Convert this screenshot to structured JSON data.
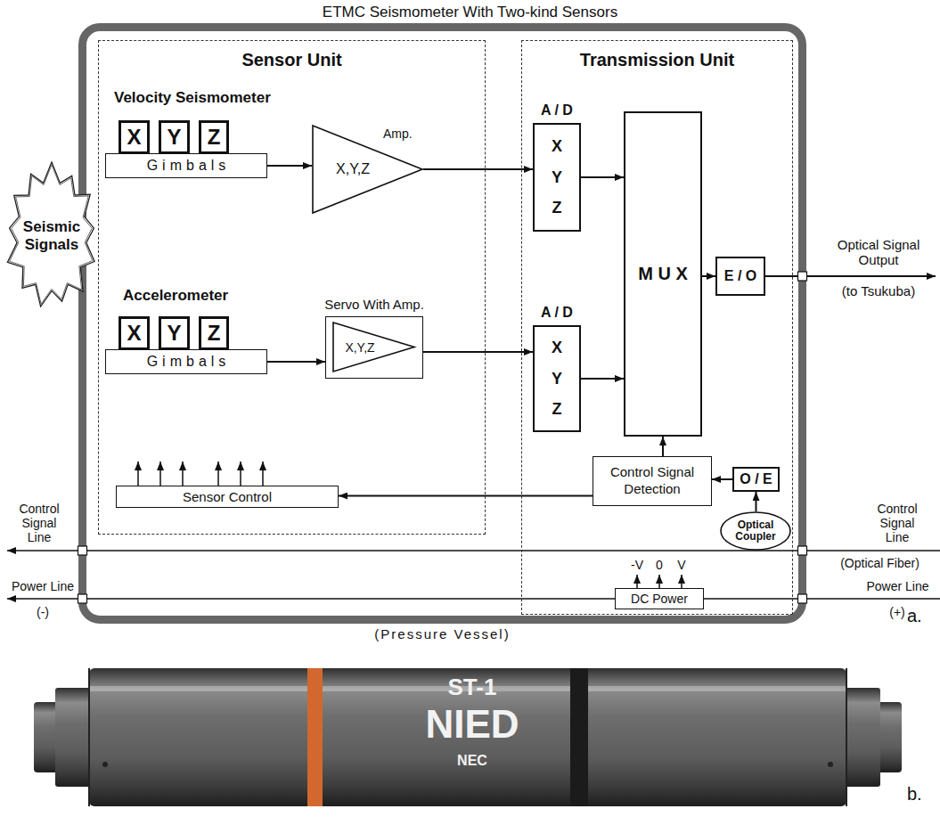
{
  "diagram": {
    "title": "ETMC Seismometer With Two-kind Sensors",
    "nodes": [
      {
        "text": [
          "(Pressure Vessel)"
        ]
      },
      {
        "text": [
          "Sensor Unit"
        ],
        "in": 0
      },
      {
        "text": [
          "Transmission Unit"
        ],
        "in": 0
      },
      {
        "text": [
          "X"
        ],
        "in": 1
      },
      {
        "text": [
          "Y"
        ],
        "in": 1
      },
      {
        "text": [
          "Z"
        ],
        "in": 1
      },
      {
        "text": [
          "Gimbals"
        ],
        "in": 1
      },
      {
        "text": [
          "Amp.",
          "X,Y,Z"
        ],
        "in": 1
      },
      {
        "text": [
          "X"
        ],
        "in": 1
      },
      {
        "text": [
          "Y"
        ],
        "in": 1
      },
      {
        "text": [
          "Z"
        ],
        "in": 1
      },
      {
        "text": [
          "Gimbals"
        ],
        "in": 1
      },
      {
        "text": [
          "Servo With Amp.",
          "X,Y,Z"
        ],
        "in": 1
      },
      {
        "text": [
          "Sensor Control"
        ],
        "in": 1
      },
      {
        "text": [
          "A / D",
          "X",
          "Y",
          "Z"
        ],
        "in": 2
      },
      {
        "text": [
          "A / D",
          "X",
          "Y",
          "Z"
        ],
        "in": 2
      },
      {
        "text": [
          "M U X"
        ],
        "in": 2
      },
      {
        "text": [
          "E / O"
        ],
        "in": 2
      },
      {
        "text": [
          "Control Signal Detection"
        ],
        "in": 2
      },
      {
        "text": [
          "O / E"
        ],
        "in": 2
      },
      {
        "text": [
          "Optical Coupler"
        ],
        "in": 2
      },
      {
        "text": [
          "DC Power"
        ],
        "in": 2
      },
      {
        "text": [
          "Seismic Signals"
        ]
      }
    ],
    "edges": [
      {
        "from": 6,
        "to": 7,
        "arrow": "to"
      },
      {
        "from": 7,
        "to": 14,
        "arrow": "to"
      },
      {
        "from": 11,
        "to": 12,
        "arrow": "to"
      },
      {
        "from": 12,
        "to": 15,
        "arrow": "to"
      },
      {
        "from": 14,
        "to": 16,
        "arrow": "to"
      },
      {
        "from": 15,
        "to": 16,
        "arrow": "to"
      },
      {
        "from": 16,
        "to": 17,
        "arrow": "to"
      },
      {
        "from": 18,
        "to": 16,
        "arrow": "to"
      },
      {
        "from": 18,
        "to": 13,
        "arrow": "to"
      },
      {
        "from": 19,
        "to": 18,
        "arrow": "to"
      },
      {
        "from": 20,
        "to": 19,
        "arrow": "to"
      }
    ],
    "labels": [
      "Velocity Seismometer",
      "Accelerometer",
      "Optical Signal Output",
      "(to Tsukuba)",
      "Control Signal Line",
      "Control Signal Line",
      "(Optical Fiber)",
      "Power Line",
      "(-)",
      "Power Line",
      "(+)",
      "-V",
      "0",
      "V",
      "a.",
      "ST-1",
      "NIED",
      "NEC",
      "b."
    ]
  }
}
